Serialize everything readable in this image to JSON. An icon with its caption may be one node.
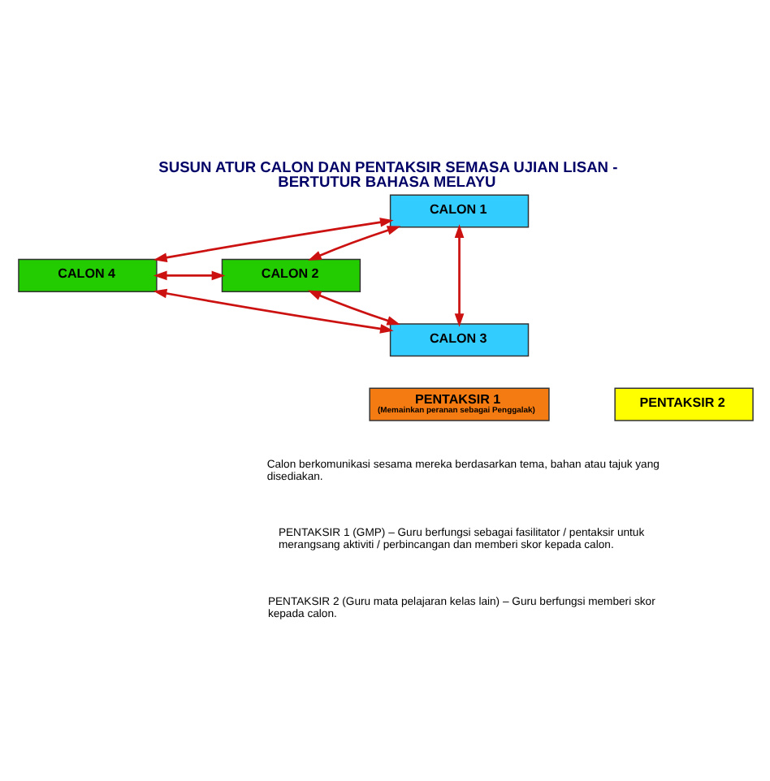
{
  "diagram": {
    "title": "SUSUN ATUR CALON DAN PENTAKSIR SEMASA UJIAN LISAN - BERTUTUR BAHASA MELAYU",
    "nodes": [
      {
        "text": [
          "CALON 1"
        ]
      },
      {
        "text": [
          "CALON 4"
        ]
      },
      {
        "text": [
          "CALON 2"
        ]
      },
      {
        "text": [
          "CALON 3"
        ]
      },
      {
        "text": [
          "PENTAKSIR 1",
          "(Memainkan peranan sebagai Penggalak)"
        ]
      },
      {
        "text": [
          "PENTAKSIR 2"
        ]
      }
    ],
    "edges": [
      {
        "from": 0,
        "to": 1,
        "arrow": "both"
      },
      {
        "from": 0,
        "to": 2,
        "arrow": "both"
      },
      {
        "from": 0,
        "to": 3,
        "arrow": "both"
      },
      {
        "from": 1,
        "to": 2,
        "arrow": "both"
      },
      {
        "from": 1,
        "to": 3,
        "arrow": "both"
      },
      {
        "from": 2,
        "to": 3,
        "arrow": "both"
      }
    ],
    "labels": [
      "Calon berkomunikasi sesama mereka berdasarkan tema, bahan atau tajuk yang disediakan.",
      "PENTAKSIR 1 (GMP) – Guru berfungsi sebagai fasilitator / pentaksir untuk merangsang aktiviti / perbincangan dan memberi skor kepada calon.",
      "PENTAKSIR 2 (Guru mata pelajaran kelas lain) – Guru berfungsi memberi skor kepada calon."
    ]
  }
}
